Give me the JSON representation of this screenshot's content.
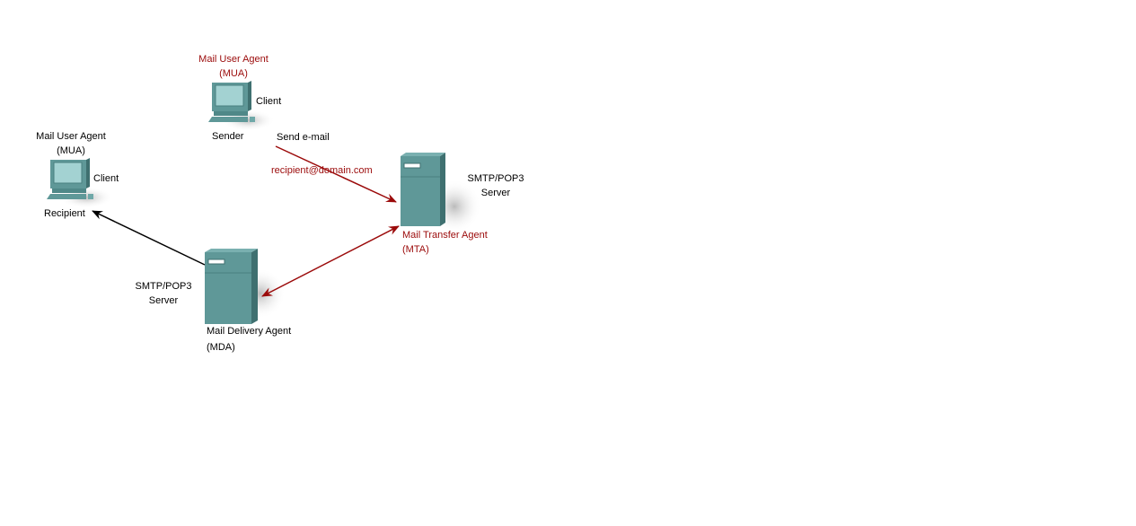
{
  "sender": {
    "role": "Mail User Agent",
    "abbr": "(MUA)",
    "type": "Client",
    "name": "Sender"
  },
  "recipient": {
    "role": "Mail User Agent",
    "abbr": "(MUA)",
    "type": "Client",
    "name": "Recipient"
  },
  "mta": {
    "type_line1": "SMTP/POP3",
    "type_line2": "Server",
    "role": "Mail Transfer Agent",
    "abbr": "(MTA)"
  },
  "mda": {
    "type_line1": "SMTP/POP3",
    "type_line2": "Server",
    "role": "Mail Delivery Agent",
    "abbr": "(MDA)"
  },
  "edges": {
    "send_label": "Send e-mail",
    "address": "recipient@domain.com"
  },
  "colors": {
    "teal": "#5f9898",
    "screen": "#a3d2d2",
    "red": "#9b0a0a"
  }
}
